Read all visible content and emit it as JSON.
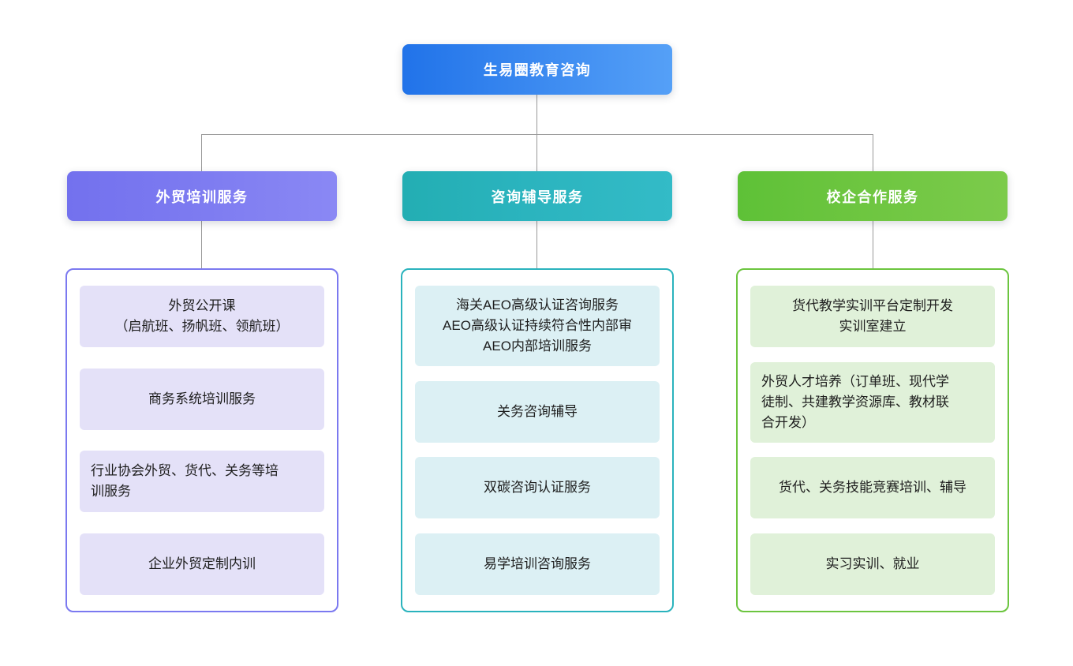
{
  "root": {
    "label": "生易圈教育咨询"
  },
  "columns": [
    {
      "label": "外贸培训服务",
      "color": "#7b79f0",
      "item_color": "#e4e1f8",
      "items": [
        {
          "text": "外贸公开课\n（启航班、扬帆班、领航班）"
        },
        {
          "text": "商务系统培训服务"
        },
        {
          "text": "行业协会外贸、货代、关务等培\n训服务"
        },
        {
          "text": "企业外贸定制内训"
        }
      ]
    },
    {
      "label": "咨询辅导服务",
      "color": "#2ab3bd",
      "item_color": "#dcf0f4",
      "items": [
        {
          "text": "海关AEO高级认证咨询服务\nAEO高级认证持续符合性内部审\nAEO内部培训服务"
        },
        {
          "text": "关务咨询辅导"
        },
        {
          "text": "双碳咨询认证服务"
        },
        {
          "text": "易学培训咨询服务"
        }
      ]
    },
    {
      "label": "校企合作服务",
      "color": "#6cc53f",
      "item_color": "#e0f1d9",
      "items": [
        {
          "text": "货代教学实训平台定制开发\n实训室建立"
        },
        {
          "text": "外贸人才培养（订单班、现代学\n徒制、共建教学资源库、教材联\n合开发）"
        },
        {
          "text": "货代、关务技能竞赛培训、辅导"
        },
        {
          "text": "实习实训、就业"
        }
      ]
    }
  ],
  "theme": {
    "root_start": "#2173e9",
    "root_end": "#55a0f7",
    "c1": "#7b79f0",
    "c1_light": "#e4e1f8",
    "c2": "#2ab3bd",
    "c2_light": "#dcf0f4",
    "c3": "#6cc53f",
    "c3_light": "#e0f1d9",
    "connector": "#999999"
  }
}
